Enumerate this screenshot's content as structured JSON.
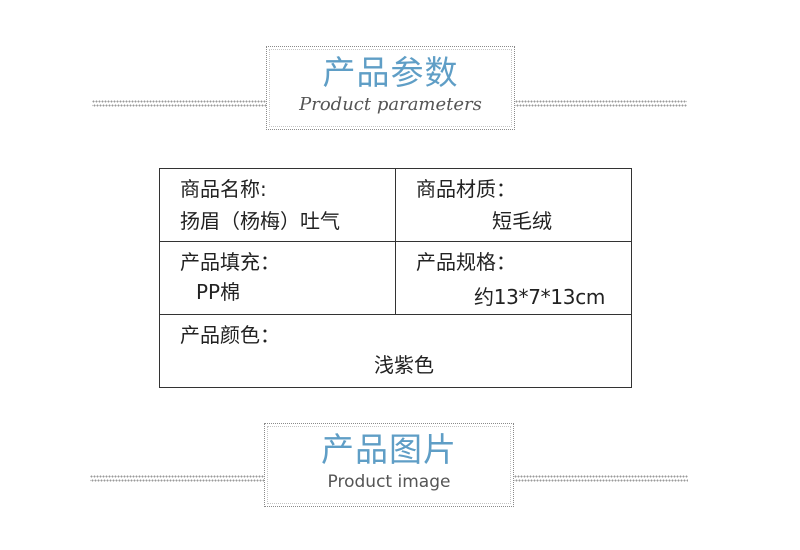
{
  "section_params": {
    "title_cn": "产品参数",
    "title_en": "Product parameters"
  },
  "spec": {
    "name_label": "商品名称:",
    "name_value": "扬眉（杨梅）吐气",
    "material_label": "商品材质：",
    "material_value": "短毛绒",
    "filling_label": "产品填充：",
    "filling_value": "PP棉",
    "size_label": "产品规格：",
    "size_value": "约13*7*13cm",
    "color_label": "产品颜色：",
    "color_value": "浅紫色"
  },
  "section_image": {
    "title_cn": "产品图片",
    "title_en": "Product image"
  },
  "colors": {
    "title_blue": "#5f9ec6",
    "border": "#333333"
  }
}
